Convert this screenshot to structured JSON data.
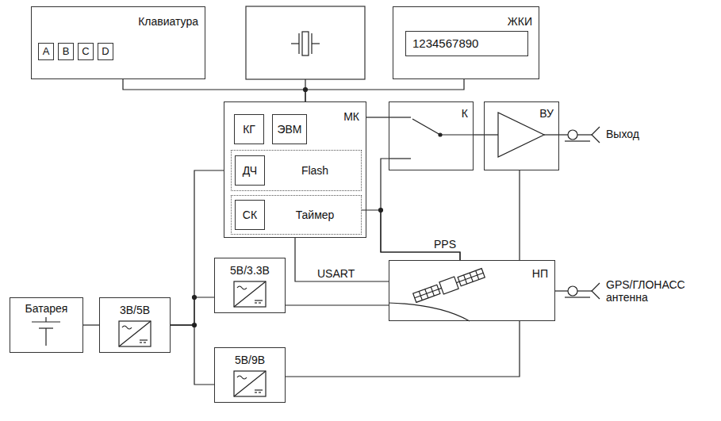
{
  "diagram": {
    "nodes": [
      {
        "text": [
          "Клавиатура"
        ]
      },
      {
        "text": [
          "A"
        ],
        "in": 0
      },
      {
        "text": [
          "B"
        ],
        "in": 0
      },
      {
        "text": [
          "C"
        ],
        "in": 0
      },
      {
        "text": [
          "D"
        ],
        "in": 0
      },
      {
        "text": [
          "ЖКИ"
        ]
      },
      {
        "text": [
          "1234567890"
        ],
        "in": 5
      },
      {
        "text": [
          "МК"
        ]
      },
      {
        "text": [
          "КГ"
        ],
        "in": 7
      },
      {
        "text": [
          "ЭВМ"
        ],
        "in": 7
      },
      {
        "text": [
          "Flash"
        ],
        "in": 7
      },
      {
        "text": [
          "ДЧ"
        ],
        "in": 10
      },
      {
        "text": [
          "Таймер"
        ],
        "in": 7
      },
      {
        "text": [
          "СК"
        ],
        "in": 12
      },
      {
        "text": [
          "К"
        ]
      },
      {
        "text": [
          "ВУ"
        ]
      },
      {
        "text": [
          "НП"
        ]
      },
      {
        "text": [
          "Батарея"
        ]
      },
      {
        "text": [
          "3В/5В"
        ]
      },
      {
        "text": [
          "5В/3.3В"
        ]
      },
      {
        "text": [
          "5В/9В"
        ]
      }
    ],
    "edges": [
      {
        "from": 0,
        "to": 7,
        "arrow": "none"
      },
      {
        "from": 5,
        "to": 7,
        "arrow": "none"
      },
      {
        "from": 7,
        "to": 14,
        "arrow": "none"
      },
      {
        "from": 14,
        "to": 15,
        "arrow": "none"
      },
      {
        "from": 16,
        "to": 14,
        "arrow": "none"
      },
      {
        "from": 16,
        "to": 12,
        "arrow": "none"
      },
      {
        "from": 7,
        "to": 16,
        "label": "USART",
        "arrow": "none"
      },
      {
        "from": 17,
        "to": 18,
        "arrow": "none"
      },
      {
        "from": 18,
        "to": 7,
        "arrow": "none"
      },
      {
        "from": 18,
        "to": 19,
        "arrow": "none"
      },
      {
        "from": 18,
        "to": 20,
        "arrow": "none"
      },
      {
        "from": 19,
        "to": 16,
        "arrow": "none"
      },
      {
        "from": 20,
        "to": 16,
        "arrow": "none"
      },
      {
        "from": 16,
        "to": 15,
        "arrow": "none"
      }
    ],
    "labels": [
      "PPS",
      "Выход",
      "GPS/ГЛОНАСС антенна"
    ]
  }
}
